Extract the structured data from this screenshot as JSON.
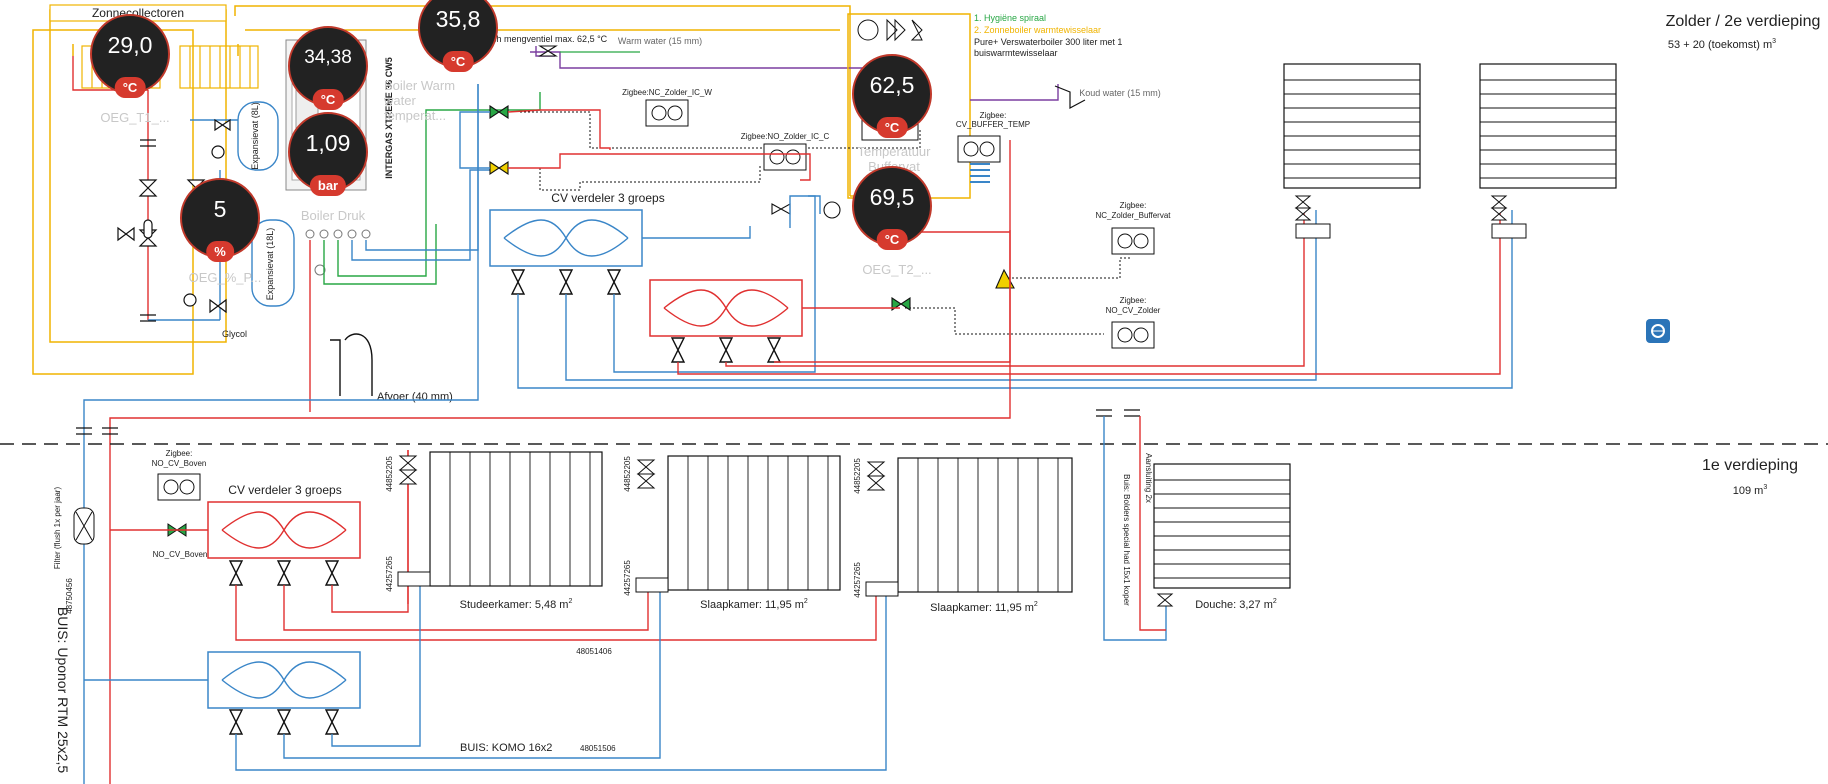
{
  "floors": {
    "top": {
      "name": "Zolder / 2e verdieping",
      "volume": "53 + 20 (toekomst) m"
    },
    "first": {
      "name": "1e verdieping",
      "volume": "109 m"
    }
  },
  "legend": {
    "item1": "1. Hygiëne spiraal",
    "item2": "2. Zonneboiler warmtewisselaar",
    "item3": "Pure+ Verswaterboiler 300 liter met 1",
    "item4": "buiswarmtewisselaar"
  },
  "labels": {
    "collectors": "Zonnecollectoren",
    "mixing_valve": "Thermostatisch mengventiel max. 62,5 °C",
    "warm_water": "Warm water (15 mm)",
    "cold_water": "Koud water (15 mm)",
    "boiler_model": "INTERGAS XTREME 36 CW5",
    "expansion1": "Expansievat (8L)",
    "expansion2": "Expansievat (18L)",
    "glycol": "Glycol",
    "drain": "Afvoer (40 mm)",
    "cv_dist_top": "CV verdeler 3 groeps",
    "cv_dist_bottom": "CV verdeler 3 groeps",
    "zig_nc_zolder_ic_w": "Zigbee:NC_Zolder_IC_W",
    "zig_no_zolder_ic_c": "Zigbee:NO_Zolder_IC_C",
    "zig_cv_buffer_temp_a": "Zigbee:",
    "zig_cv_buffer_temp_b": "CV_BUFFER_TEMP",
    "zig_nc_zolder_buffervat_a": "Zigbee:",
    "zig_nc_zolder_buffervat_b": "NC_Zolder_Buffervat",
    "zig_no_cv_zolder_a": "Zigbee:",
    "zig_no_cv_zolder_b": "NO_CV_Zolder",
    "zig_no_cv_boven_a": "Zigbee:",
    "zig_no_cv_boven_b": "NO_CV_Boven",
    "no_cv_boven": "NO_CV_Boven",
    "filter": "Filter (flush 1x per jaar)",
    "filter_id": "48750456",
    "pipe_uponor": "BUIS: Uponor RTM 25x2,5",
    "pipe_komo": "BUIS: KOMO 16x2",
    "pipe_komo_id": "48051506",
    "pipe_mid_id": "48051406",
    "pipe_bolders": "Buis: Bolders special had 15x1 koper",
    "aansluiting": "Aansluiting 2x",
    "room1": "Studeerkamer: 5,48 m",
    "room2": "Slaapkamer: 11,95 m",
    "room3": "Slaapkamer: 11,95 m",
    "room4": "Douche: 3,27 m",
    "rad_id_a": "44852205",
    "rad_id_b": "44257265",
    "sup2": "2",
    "sup3": "3"
  },
  "gauges": [
    {
      "value": "29,0",
      "unit": "°C",
      "name": "OEG_T1_..."
    },
    {
      "value": "35,8",
      "unit": "°C",
      "name": ""
    },
    {
      "value": "34,38",
      "unit": "°C",
      "name": "Boiler Warm water temperat..."
    },
    {
      "value": "1,09",
      "unit": "bar",
      "name": "Boiler Druk"
    },
    {
      "value": "5",
      "unit": "%",
      "name": "OEG_%_P..."
    },
    {
      "value": "62,5",
      "unit": "°C",
      "name": "Temperatuur Buffervat"
    },
    {
      "value": "69,5",
      "unit": "°C",
      "name": "OEG_T2_..."
    }
  ],
  "colors": {
    "hot": "#e03030",
    "cold": "#3a86c8",
    "solar": "#f0b400",
    "green": "#28a745",
    "purple": "#7b3fa0",
    "gauge_unit": "#d63a2e"
  }
}
